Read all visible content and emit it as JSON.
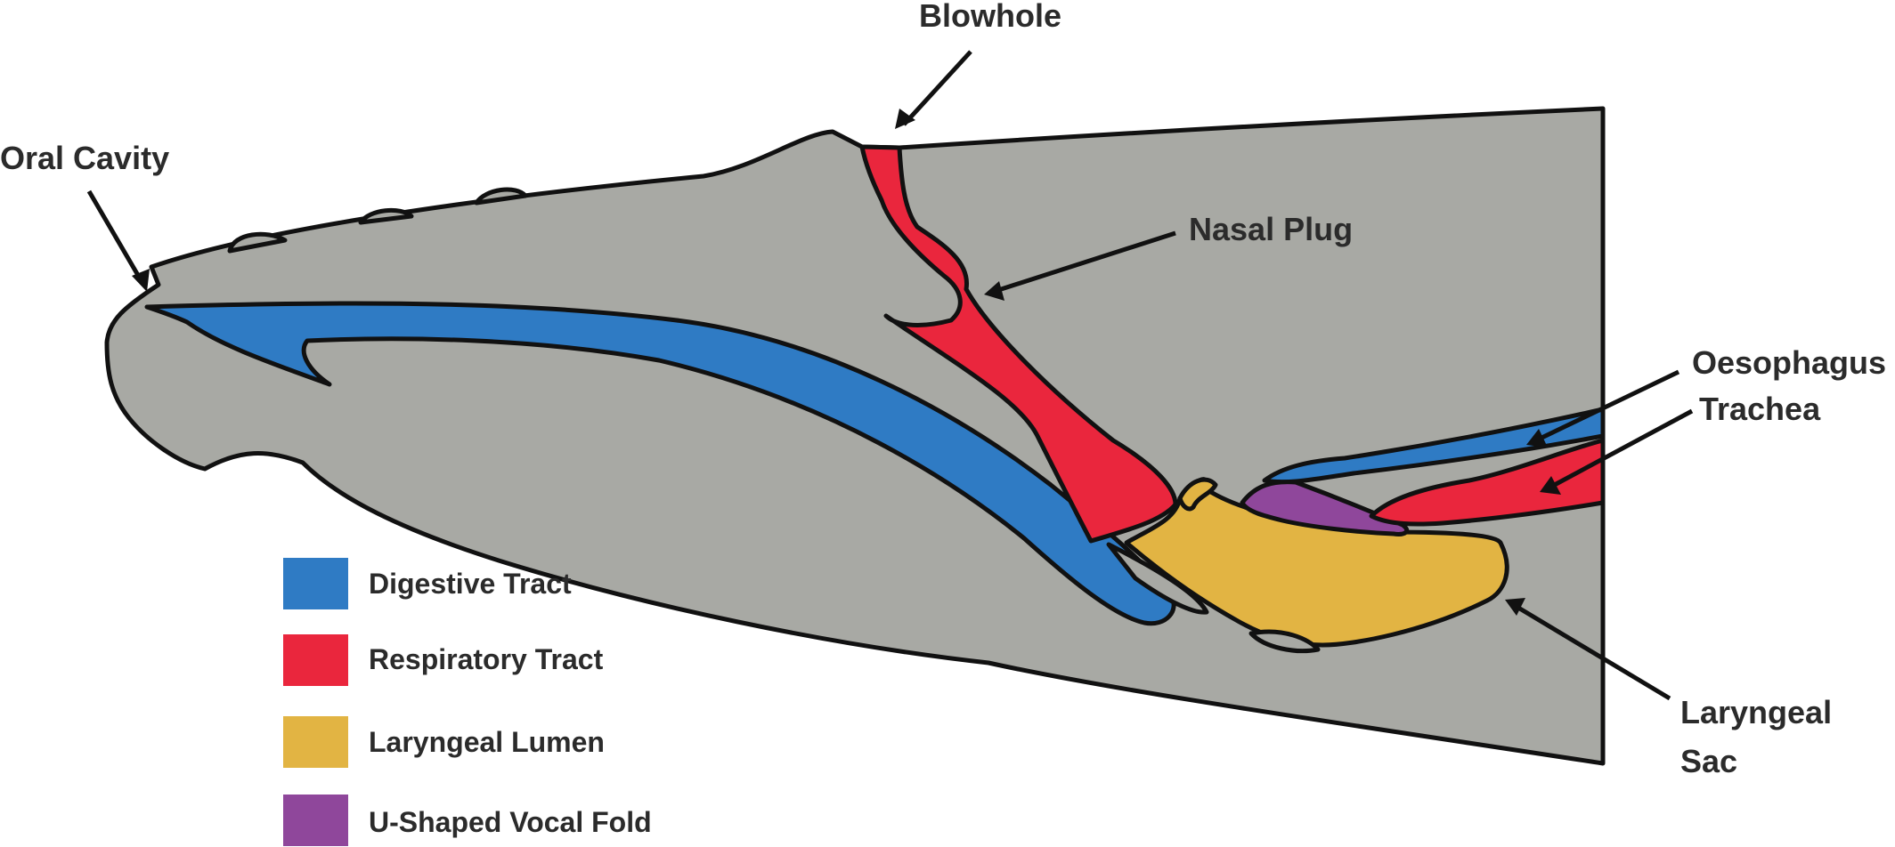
{
  "colors": {
    "head": "#a8a9a4",
    "digestive": "#2f7bc4",
    "respiratory": "#ea263d",
    "laryngeal": "#e2b443",
    "vocal_fold": "#8f479b",
    "outline": "#111111",
    "text": "#2b2b2b"
  },
  "callouts": {
    "blowhole": "Blowhole",
    "oral_cavity": "Oral Cavity",
    "nasal_plug": "Nasal Plug",
    "oesophagus": "Oesophagus",
    "trachea": "Trachea",
    "laryngeal_sac_line1": "Laryngeal",
    "laryngeal_sac_line2": "Sac"
  },
  "legend": [
    {
      "label": "Digestive Tract",
      "color": "#2f7bc4"
    },
    {
      "label": "Respiratory Tract",
      "color": "#ea263d"
    },
    {
      "label": "Laryngeal Lumen",
      "color": "#e2b443"
    },
    {
      "label": "U-Shaped Vocal Fold",
      "color": "#8f479b"
    }
  ]
}
